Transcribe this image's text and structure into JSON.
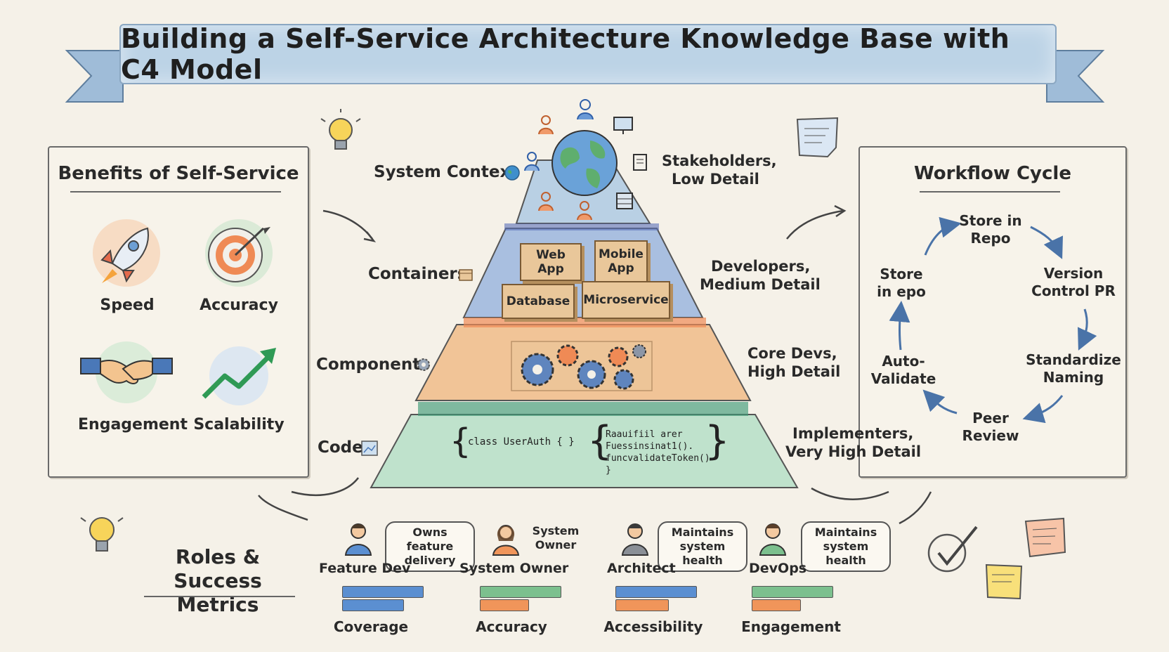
{
  "title": "Building a Self-Service Architecture Knowledge Base with C4 Model",
  "benefits": {
    "heading": "Benefits of Self-Service",
    "items": [
      {
        "label": "Speed",
        "icon": "rocket-icon"
      },
      {
        "label": "Accuracy",
        "icon": "target-icon"
      },
      {
        "label": "Engagement",
        "icon": "handshake-icon"
      },
      {
        "label": "Scalability",
        "icon": "growth-arrow-icon"
      }
    ]
  },
  "pyramid": {
    "layers": [
      {
        "name": "System Context",
        "audience_line1": "Stakeholders,",
        "audience_line2": "Low Detail",
        "color": "#b9d0e4"
      },
      {
        "name": "Containers",
        "audience_line1": "Developers,",
        "audience_line2": "Medium Detail",
        "color": "#a9bfe0"
      },
      {
        "name": "Components",
        "audience_line1": "Core Devs,",
        "audience_line2": "High Detail",
        "color": "#f1c497"
      },
      {
        "name": "Code",
        "audience_line1": "Implementers,",
        "audience_line2": "Very High Detail",
        "color": "#bfe2cc"
      }
    ],
    "containers": {
      "web_app": "Web App",
      "mobile_app_line1": "Mobile",
      "mobile_app_line2": "App",
      "database": "Database",
      "microservice": "Microservice"
    },
    "code": {
      "line_a": "class UserAuth { }",
      "line_b1": "Raauifiil arer",
      "line_b2": "Fuessinsinat1().",
      "line_b3": "funcvalidateToken()",
      "line_b4": "}"
    }
  },
  "workflow": {
    "heading": "Workflow Cycle",
    "steps": [
      {
        "line1": "Store in",
        "line2": "Repo"
      },
      {
        "line1": "Version",
        "line2": "Control PR"
      },
      {
        "line1": "Standardize",
        "line2": "Naming"
      },
      {
        "line1": "Peer",
        "line2": "Review"
      },
      {
        "line1": "Auto-",
        "line2": "Validate"
      },
      {
        "line1": "Store",
        "line2": "in epo"
      }
    ]
  },
  "roles": {
    "heading_line1": "Roles &",
    "heading_line2": "Success Metrics",
    "items": [
      {
        "role": "Feature Dev",
        "bubble_line1": "Owns feature",
        "bubble_line2": "delivery",
        "metric": "Coverage",
        "bar_top": 1.0,
        "bar_bottom": 0.75
      },
      {
        "role": "System Owner",
        "bubble_line1": "System",
        "bubble_line2": "Owner",
        "metric": "Accuracy",
        "bar_top": 1.0,
        "bar_bottom": 0.6
      },
      {
        "role": "Architect",
        "bubble_line1": "Maintains",
        "bubble_line2": "system health",
        "metric": "Accessibility",
        "bar_top": 1.0,
        "bar_bottom": 0.65
      },
      {
        "role": "DevOps",
        "bubble_line1": "Maintains",
        "bubble_line2": "system health",
        "metric": "Engagement",
        "bar_top": 1.0,
        "bar_bottom": 0.6
      }
    ]
  },
  "colors": {
    "blue_bar": "#5b8fd1",
    "green_bar": "#7cc08e",
    "orange_bar": "#f0955a"
  }
}
